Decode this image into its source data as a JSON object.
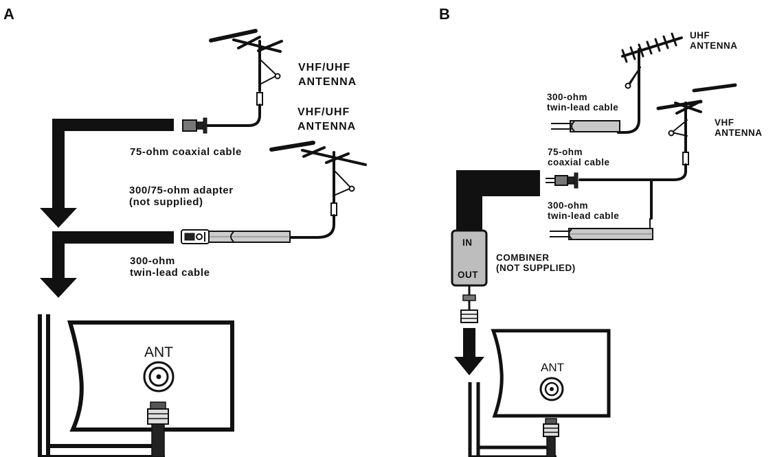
{
  "panel_a": {
    "tag": "A",
    "antenna_1_label": [
      "VHF/UHF",
      "ANTENNA"
    ],
    "antenna_2_label": [
      "VHF/UHF",
      "ANTENNA"
    ],
    "coax_label": "75-ohm  coaxial  cable",
    "adapter_label": [
      "300/75-ohm  adapter",
      "(not  supplied)"
    ],
    "twinlead_label": [
      "300-ohm",
      "twin-lead  cable"
    ],
    "tv_jack_label": "ANT"
  },
  "panel_b": {
    "tag": "B",
    "uhf_label": [
      "UHF",
      "ANTENNA"
    ],
    "vhf_label": [
      "VHF",
      "ANTENNA"
    ],
    "twinlead_top_label": [
      "300-ohm",
      "twin-lead  cable"
    ],
    "coax_label": [
      "75-ohm",
      "coaxial  cable"
    ],
    "twinlead_bottom_label": [
      "300-ohm",
      "twin-lead  cable"
    ],
    "combiner_in": "IN",
    "combiner_out": "OUT",
    "combiner_label": [
      "COMBINER",
      "(NOT SUPPLIED)"
    ],
    "tv_jack_label": "ANT"
  },
  "colors": {
    "ink": "#111111",
    "combiner_fill": "#bdbdbd",
    "cable_grey": "#c8c8c8"
  }
}
